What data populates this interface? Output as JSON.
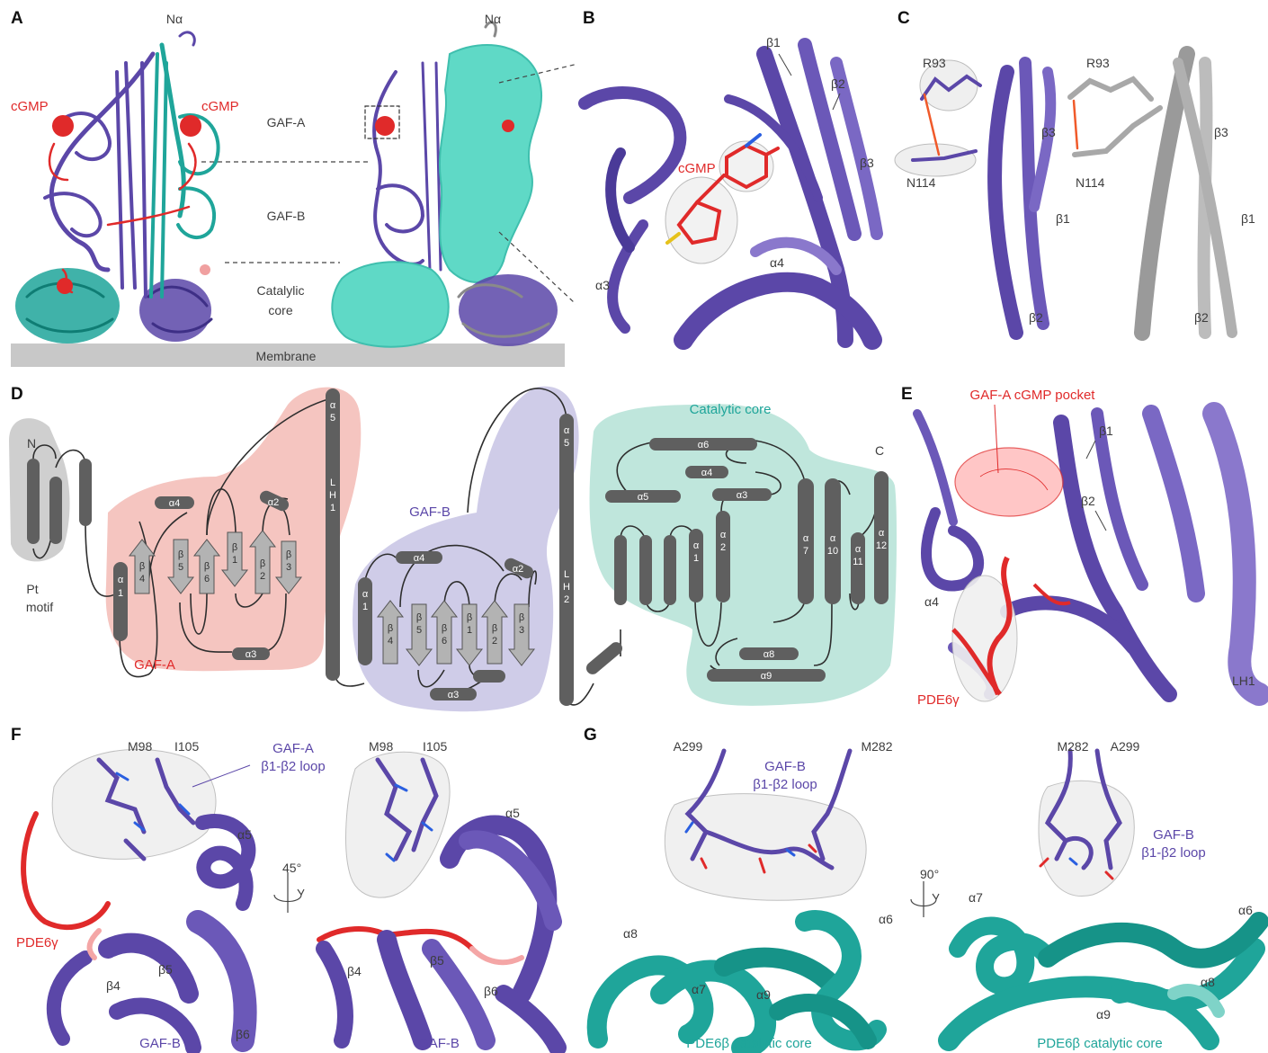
{
  "panels": {
    "A": "A",
    "B": "B",
    "C": "C",
    "D": "D",
    "E": "E",
    "F": "F",
    "G": "G"
  },
  "panel_a": {
    "n_alpha_left": "Nα",
    "n_alpha_right": "Nα",
    "cgmp_left": "cGMP",
    "cgmp_right": "cGMP",
    "gaf_a": "GAF-A",
    "gaf_b": "GAF-B",
    "catalytic_line1": "Catalylic",
    "catalytic_line2": "core",
    "membrane": "Membrane"
  },
  "panel_b": {
    "beta1": "β1",
    "beta2": "β2",
    "beta3": "β3",
    "cgmp": "cGMP",
    "alpha3": "α3",
    "alpha4": "α4"
  },
  "panel_c": {
    "r93_left": "R93",
    "r93_right": "R93",
    "n114_left": "N114",
    "n114_right": "N114",
    "beta3_left": "β3",
    "beta1_left": "β1",
    "beta2_left": "β2",
    "beta3_right": "β3",
    "beta1_right": "β1",
    "beta2_right": "β2"
  },
  "panel_d": {
    "n_term": "N",
    "c_term": "C",
    "pt_line1": "Pt",
    "pt_line2": "motif",
    "gaf_a": "GAF-A",
    "gaf_b": "GAF-B",
    "catalytic": "Catalytic core",
    "a_a1": [
      "α",
      "1"
    ],
    "a_a4": "α4",
    "a_a2": "α2",
    "a_a3": "α3",
    "a_b4": [
      "β",
      "4"
    ],
    "a_b5": [
      "β",
      "5"
    ],
    "a_b6": [
      "β",
      "6"
    ],
    "a_b1": [
      "β",
      "1"
    ],
    "a_b2": [
      "β",
      "2"
    ],
    "a_b3": [
      "β",
      "3"
    ],
    "a_a5": [
      "α",
      "5"
    ],
    "lh1": [
      "L",
      "H",
      "1"
    ],
    "b_a1": [
      "α",
      "1"
    ],
    "b_a4": "α4",
    "b_a2": "α2",
    "b_a3": "α3",
    "b_b4": [
      "β",
      "4"
    ],
    "b_b5": [
      "β",
      "5"
    ],
    "b_b6": [
      "β",
      "6"
    ],
    "b_b1": [
      "β",
      "1"
    ],
    "b_b2": [
      "β",
      "2"
    ],
    "b_b3": [
      "β",
      "3"
    ],
    "b_a5": [
      "α",
      "5"
    ],
    "lh2": [
      "L",
      "H",
      "2"
    ],
    "c_a6": "α6",
    "c_a4": "α4",
    "c_a5": "α5",
    "c_a3": "α3",
    "c_a8": "α8",
    "c_a9": "α9",
    "c_a1": [
      "α",
      "1"
    ],
    "c_a2": [
      "α",
      "2"
    ],
    "c_a7": [
      "α",
      "7"
    ],
    "c_a10": [
      "α",
      "10"
    ],
    "c_a11": [
      "α",
      "11"
    ],
    "c_a12": [
      "α",
      "12"
    ]
  },
  "panel_e": {
    "pocket": "GAF-A cGMP pocket",
    "beta1": "β1",
    "beta2": "β2",
    "alpha4": "α4",
    "pde6g": "PDE6γ",
    "lh1": "LH1"
  },
  "panel_f": {
    "m98_left": "M98",
    "i105_left": "I105",
    "loop_line1": "GAF-A",
    "loop_line2": "β1-β2 loop",
    "alpha5_left": "α5",
    "rotation": "45°",
    "pde6g": "PDE6γ",
    "beta4_left": "β4",
    "beta5_left": "β5",
    "beta6_left": "β6",
    "gafb_left": "GAF-B",
    "m98_right": "M98",
    "i105_right": "I105",
    "alpha5_right": "α5",
    "beta4_right": "β4",
    "beta5_right": "β5",
    "beta6_right": "β6",
    "gafb_right": "GAF-B"
  },
  "panel_g": {
    "a299_left": "A299",
    "m282_left": "M282",
    "loop_left_line1": "GAF-B",
    "loop_left_line2": "β1-β2 loop",
    "alpha8_left": "α8",
    "alpha7_left": "α7",
    "alpha9_left": "α9",
    "alpha6_left": "α6",
    "core_left": "PDE6β catalytic core",
    "rotation": "90°",
    "m282_right": "M282",
    "a299_right": "A299",
    "loop_right_line1": "GAF-B",
    "loop_right_line2": "β1-β2 loop",
    "alpha7_right": "α7",
    "alpha6_right": "α6",
    "alpha8_right": "α8",
    "alpha9_right": "α9",
    "core_right": "PDE6β catalytic core"
  },
  "colors": {
    "purple": "#5b47a8",
    "teal": "#1fa59a",
    "light_teal": "#5fd9c6",
    "red": "#e02a2a",
    "pink_region": "#f5c5c0",
    "lavender_region": "#cfcce8",
    "mint_region": "#bfe6dc",
    "gray_region": "#cfcfcf",
    "element": "#5f5f5f",
    "membrane": "#c8c8c8"
  }
}
